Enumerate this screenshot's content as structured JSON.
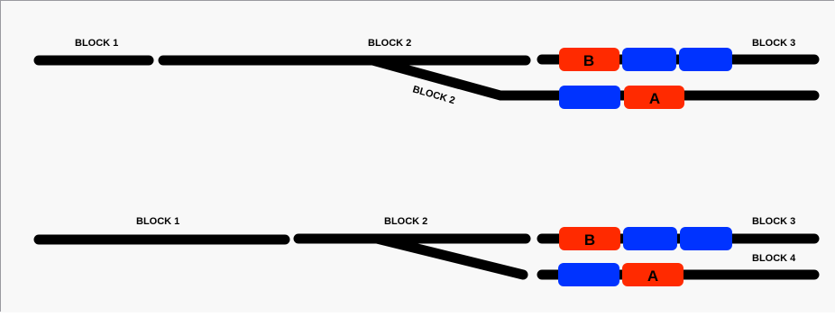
{
  "colors": {
    "background": "#f8f8f8",
    "track": "#000000",
    "car_red": "#ff2a00",
    "car_blue": "#0033ff"
  },
  "diagrams": [
    {
      "labels": {
        "block1": "BLOCK 1",
        "block2": "BLOCK 2",
        "block2_siding": "BLOCK 2",
        "block3": "BLOCK 3"
      },
      "cars": {
        "b": "B",
        "a": "A"
      }
    },
    {
      "labels": {
        "block1": "BLOCK 1",
        "block2": "BLOCK 2",
        "block3": "BLOCK 3",
        "block4": "BLOCK 4"
      },
      "cars": {
        "b": "B",
        "a": "A"
      }
    }
  ]
}
